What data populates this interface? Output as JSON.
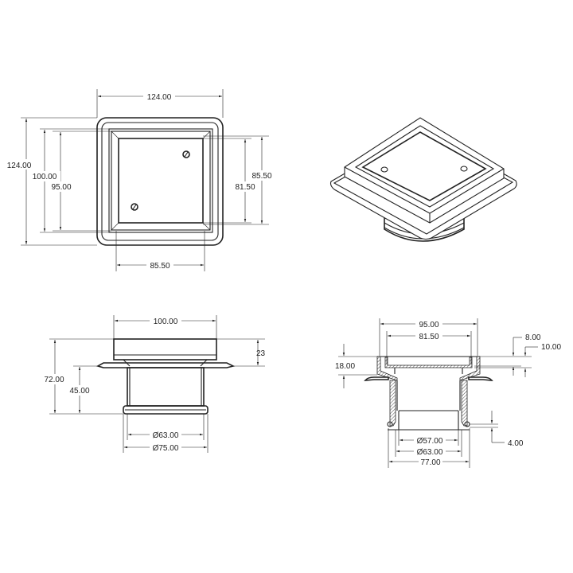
{
  "top_view": {
    "width_overall": "124.00",
    "height_overall": "124.00",
    "height_frame": "100.00",
    "height_inner": "95.00",
    "right_inner": "81.50",
    "right_outer": "85.50",
    "bottom_plate": "85.50"
  },
  "front_view": {
    "lid_width": "100.00",
    "lid_height": "23",
    "total_height": "72.00",
    "body_height": "45.00",
    "dia_inner": "Ø63.00",
    "dia_outer": "Ø75.00"
  },
  "section_view": {
    "top_width": "95.00",
    "inner_width": "81.50",
    "depth": "18.00",
    "lip_a": "8.00",
    "lip_b": "10.00",
    "ring": "4.00",
    "dia_57": "Ø57.00",
    "dia_63": "Ø63.00",
    "width_77": "77.00"
  },
  "colors": {
    "line": "#222222",
    "background": "#ffffff"
  }
}
